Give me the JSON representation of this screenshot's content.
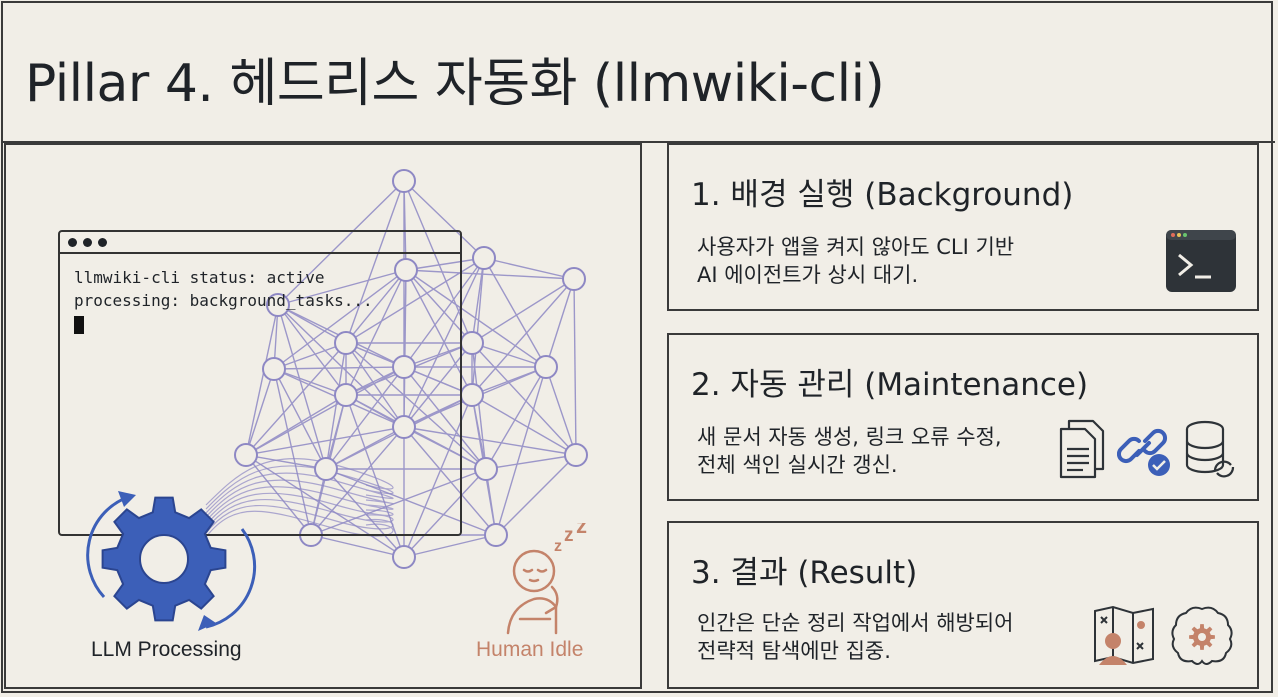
{
  "title": "Pillar 4. 헤드리스 자동화 (llmwiki-cli)",
  "terminal": {
    "line1": "llmwiki-cli status: active",
    "line2": "processing: background_tasks..."
  },
  "left_labels": {
    "llm": "LLM Processing",
    "human": "Human Idle"
  },
  "cards": [
    {
      "title": "1. 배경 실행 (Background)",
      "line1": "사용자가 앱을 켜지 않아도 CLI 기반",
      "line2": "AI 에이전트가 상시 대기.",
      "icons": [
        "terminal-icon"
      ]
    },
    {
      "title": "2. 자동 관리 (Maintenance)",
      "line1": "새 문서 자동 생성, 링크 오류 수정,",
      "line2": "전체 색인 실시간 갱신.",
      "icons": [
        "document-icon",
        "link-check-icon",
        "database-sync-icon"
      ]
    },
    {
      "title": "3. 결과 (Result)",
      "line1": "인간은 단순 정리 작업에서 해방되어",
      "line2": "전략적 탐색에만 집중.",
      "icons": [
        "map-explorer-icon",
        "brain-gear-icon"
      ]
    }
  ],
  "colors": {
    "background": "#f1eee7",
    "network": "#8e88c4",
    "gear": "#3c5fb8",
    "human": "#c4836a",
    "text": "#1f2328"
  }
}
